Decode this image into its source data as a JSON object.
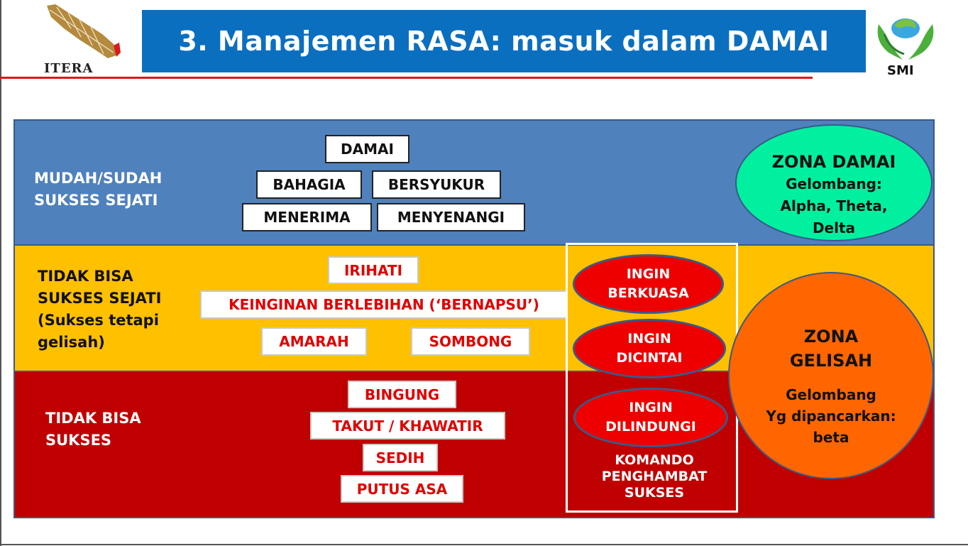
{
  "header": {
    "title": "3. Manajemen RASA: masuk dalam DAMAI",
    "left_logo_text": "ITERA",
    "right_logo_text": "SMI"
  },
  "rows": {
    "top": {
      "label": [
        "MUDAH/SUDAH",
        "SUKSES SEJATI"
      ],
      "color": "#4f81bd"
    },
    "middle": {
      "label": [
        "TIDAK BISA",
        "SUKSES SEJATI",
        "(Sukses tetapi",
        "gelisah)"
      ],
      "color": "#ffc000"
    },
    "bottom": {
      "label": [
        "TIDAK BISA",
        "SUKSES"
      ],
      "color": "#c00000"
    }
  },
  "boxes": {
    "damai": "DAMAI",
    "bahagia": "BAHAGIA",
    "bersyukur": "BERSYUKUR",
    "menerima": "MENERIMA",
    "menyenangi": "MENYENANGI",
    "irihati": "IRIHATI",
    "keinginan": "KEINGINAN BERLEBIHAN (‘BERNAPSU’)",
    "amarah": "AMARAH",
    "sombong": "SOMBONG",
    "bingung": "BINGUNG",
    "takut": "TAKUT / KHAWATIR",
    "sedih": "SEDIH",
    "putus_asa": "PUTUS ASA"
  },
  "ovals": {
    "berkuasa": [
      "INGIN",
      "BERKUASA"
    ],
    "dicintai": [
      "INGIN",
      "DICINTAI"
    ],
    "dilindungi": [
      "INGIN",
      "DILINDUNGI"
    ]
  },
  "komando": [
    "KOMANDO",
    "PENGHAMBAT",
    "SUKSES"
  ],
  "zones": {
    "damai": {
      "title": "ZONA DAMAI",
      "lines": [
        "Gelombang:",
        "Alpha, Theta,",
        "Delta"
      ],
      "color": "#00f0a0"
    },
    "gelisah": {
      "title": [
        "ZONA",
        "GELISAH"
      ],
      "lines": [
        "Gelombang",
        "Yg dipancarkan:",
        "beta"
      ],
      "color": "#ff6600"
    }
  },
  "colors": {
    "title_bar": "#0b6fc0",
    "accent_red": "#d81c1c",
    "oval_red": "#ee0000"
  }
}
